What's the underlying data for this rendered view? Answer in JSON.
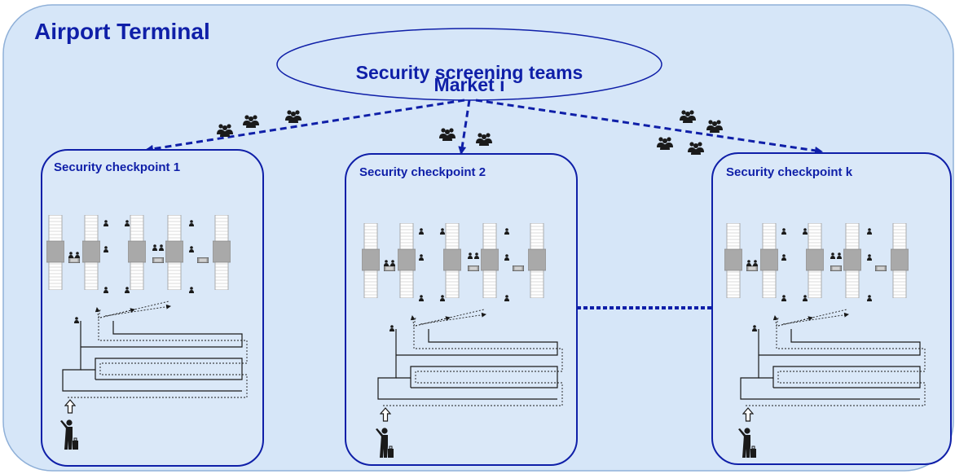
{
  "terminal": {
    "title": "Airport Terminal"
  },
  "market": {
    "line1": "Security screening teams",
    "line2": "Market i"
  },
  "checkpoints": [
    {
      "label": "Security checkpoint 1"
    },
    {
      "label": "Security checkpoint 2"
    },
    {
      "label": "Security checkpoint k"
    }
  ],
  "colors": {
    "terminal_fill": "#d6e6f8",
    "terminal_stroke": "#8fb0d8",
    "accent": "#0f1fa8",
    "checkpoint_fill": "#dae8f8",
    "device": "#aaaaaa",
    "ink": "#1a1a1a"
  }
}
